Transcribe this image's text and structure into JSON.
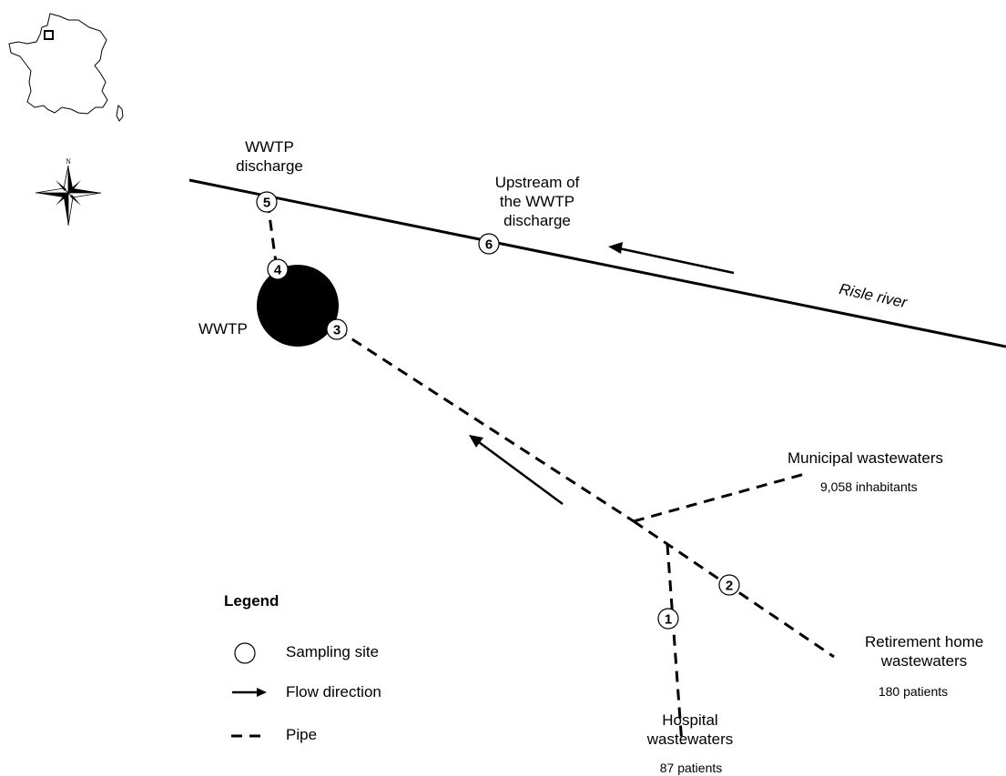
{
  "labels": {
    "wwtp_discharge": [
      "WWTP",
      "discharge"
    ],
    "upstream": [
      "Upstream of",
      "the WWTP",
      "discharge"
    ],
    "river": "Risle river",
    "wwtp": "WWTP",
    "municipal": "Municipal wastewaters",
    "municipal_sub": "9,058 inhabitants",
    "retirement": [
      "Retirement home",
      "wastewaters"
    ],
    "retirement_sub": "180 patients",
    "hospital": [
      "Hospital",
      "wastewaters"
    ],
    "hospital_sub": "87 patients"
  },
  "legend": {
    "title": "Legend",
    "items": [
      {
        "symbol": "circle",
        "label": "Sampling site"
      },
      {
        "symbol": "arrow",
        "label": "Flow direction"
      },
      {
        "symbol": "dash",
        "label": "Pipe"
      }
    ]
  },
  "sites": [
    "1",
    "2",
    "3",
    "4",
    "5",
    "6"
  ],
  "compass": {
    "north_label": "N"
  },
  "colors": {
    "ink": "#000000",
    "background": "#ffffff"
  }
}
